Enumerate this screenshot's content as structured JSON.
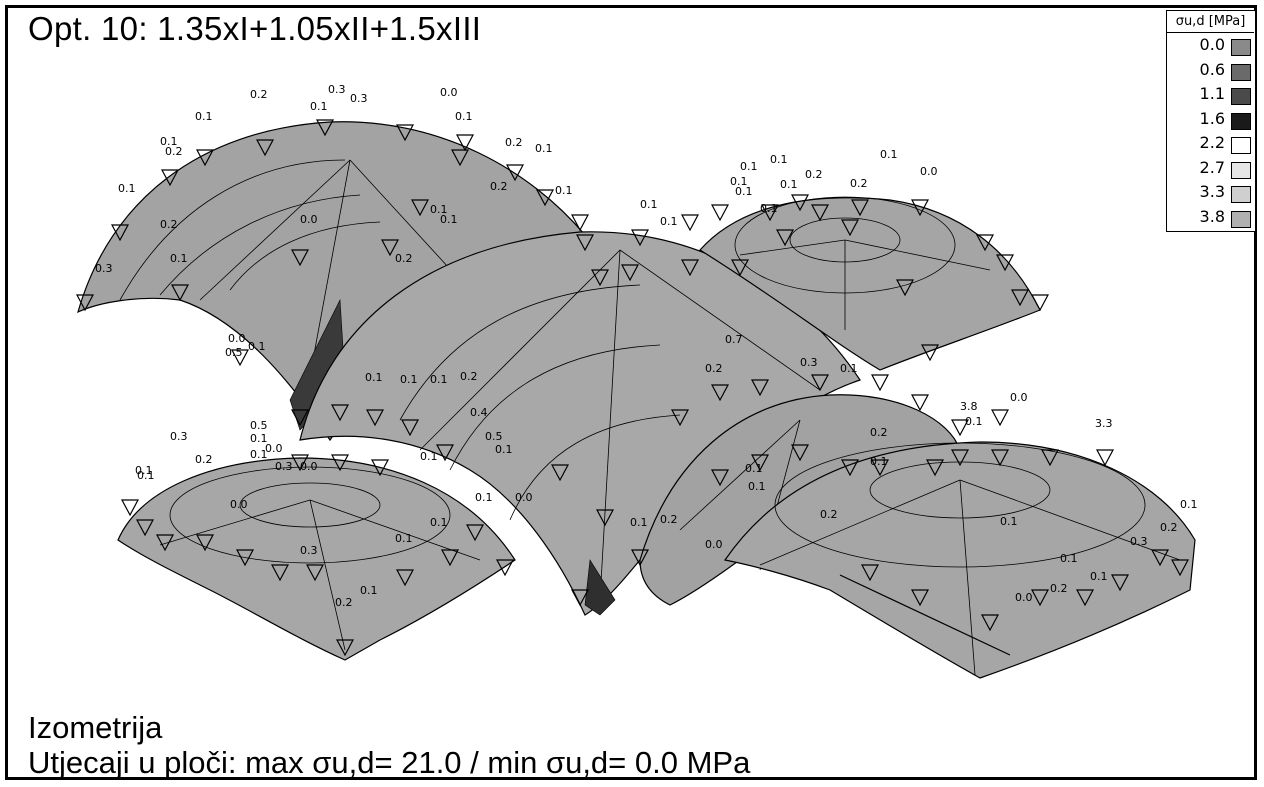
{
  "title": "Opt. 10: 1.35xI+1.05xII+1.5xIII",
  "view_label": "Izometrija",
  "summary": "Utjecaji u ploči: max σu,d= 21.0 / min σu,d= 0.0 MPa",
  "legend": {
    "title": "σu,d [MPa]",
    "items": [
      {
        "value": "0.0",
        "color": "#8a8a8a"
      },
      {
        "value": "0.6",
        "color": "#6a6a6a"
      },
      {
        "value": "1.1",
        "color": "#4a4a4a"
      },
      {
        "value": "1.6",
        "color": "#1a1a1a"
      },
      {
        "value": "2.2",
        "color": "#ffffff"
      },
      {
        "value": "2.7",
        "color": "#e6e6e6"
      },
      {
        "value": "3.3",
        "color": "#cfcfcf"
      },
      {
        "value": "3.8",
        "color": "#b0b0b0"
      }
    ]
  },
  "diagram": {
    "surface_color": "#9e9e9e",
    "edge_color": "#000000",
    "value_labels": [
      "0.2",
      "0.3",
      "0.1",
      "0.1",
      "0.3",
      "0.0",
      "0.1",
      "0.1",
      "0.2",
      "0.2",
      "0.1",
      "0.1",
      "0.1",
      "0.2",
      "0.3",
      "0.1",
      "0.0",
      "0.2",
      "0.1",
      "0.1",
      "0.2",
      "0.1",
      "0.1",
      "0.1",
      "0.0",
      "0.1",
      "0.1",
      "0.1",
      "0.2",
      "0.2",
      "0.1",
      "0.1",
      "0.1",
      "0.7",
      "0.2",
      "0.3",
      "0.1",
      "0.0",
      "0.1",
      "0.5",
      "0.5",
      "0.1",
      "0.1",
      "0.1",
      "0.2",
      "0.3",
      "0.1",
      "0.0",
      "0.2",
      "0.1",
      "0.1",
      "0.1",
      "0.3",
      "0.0",
      "0.1",
      "0.4",
      "0.5",
      "0.1",
      "0.1",
      "0.0",
      "0.2",
      "0.1",
      "3.3",
      "3.8",
      "0.0",
      "0.1",
      "0.1",
      "0.2",
      "0.3",
      "0.1",
      "0.1",
      "0.1",
      "0.0",
      "0.2",
      "0.0",
      "0.1",
      "0.1",
      "0.2",
      "0.1",
      "0.3",
      "0.1",
      "0.2",
      "0.0",
      "0.1",
      "0.1",
      "0.2"
    ]
  }
}
